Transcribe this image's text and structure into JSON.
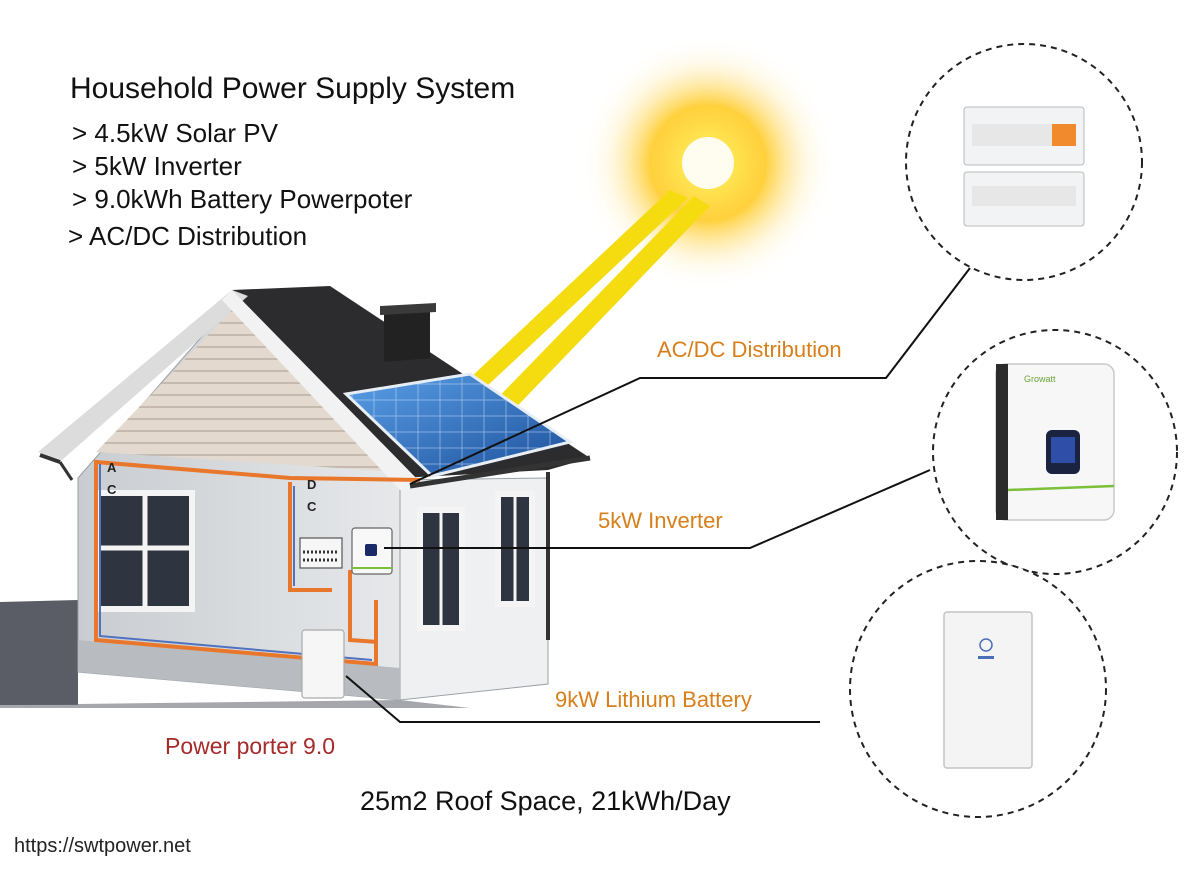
{
  "header": {
    "title": "Household Power Supply System",
    "specs": [
      "> 4.5kW Solar PV",
      "> 5kW Inverter",
      "> 9.0kWh Battery Powerpoter",
      "> AC/DC Distribution"
    ]
  },
  "callouts": {
    "distribution": "AC/DC Distribution",
    "inverter": "5kW Inverter",
    "battery": "9kW Lithium Battery"
  },
  "house_labels": {
    "ac_a": "A",
    "ac_c": "C",
    "dc_d": "D",
    "dc_c": "C"
  },
  "product_name": "Power porter 9.0",
  "summary": "25m2 Roof Space, 21kWh/Day",
  "website": "https://swtpower.net",
  "colors": {
    "sun": "#ffe04a",
    "callout_text": "#d77f1a",
    "product_text": "#a52a2a",
    "panel": "#2e6fc4",
    "wire": "#e8762b"
  }
}
